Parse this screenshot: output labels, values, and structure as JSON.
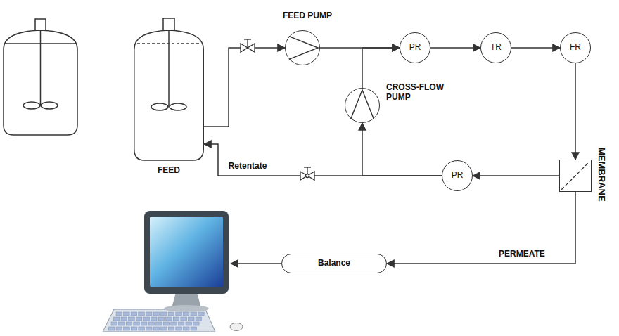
{
  "diagram": {
    "nodes": [
      {
        "text": [
          "FEED PUMP"
        ]
      },
      {
        "text": [
          "PR"
        ]
      },
      {
        "text": [
          "TR"
        ]
      },
      {
        "text": [
          "FR"
        ]
      },
      {
        "text": [
          "CROSS-FLOW PUMP"
        ]
      },
      {
        "text": [
          "MEMBRANE"
        ]
      },
      {
        "text": [
          "FEED"
        ]
      },
      {
        "text": [
          "PR"
        ]
      },
      {
        "text": [
          "Balance"
        ]
      }
    ],
    "edges": [
      {
        "from": 6,
        "to": 0,
        "arrow": "to"
      },
      {
        "from": 0,
        "to": 1,
        "arrow": "to"
      },
      {
        "from": 1,
        "to": 2,
        "arrow": "to"
      },
      {
        "from": 2,
        "to": 3,
        "arrow": "to"
      },
      {
        "from": 3,
        "to": 5,
        "arrow": "to"
      },
      {
        "from": 5,
        "to": 7,
        "arrow": "to"
      },
      {
        "from": 7,
        "to": 4,
        "arrow": "to"
      },
      {
        "from": 4,
        "to": 1,
        "arrow": "to"
      },
      {
        "from": 7,
        "to": 6,
        "label": "Retentate",
        "arrow": "to"
      },
      {
        "from": 5,
        "to": 8,
        "label": "PERMEATE",
        "arrow": "to"
      }
    ]
  }
}
